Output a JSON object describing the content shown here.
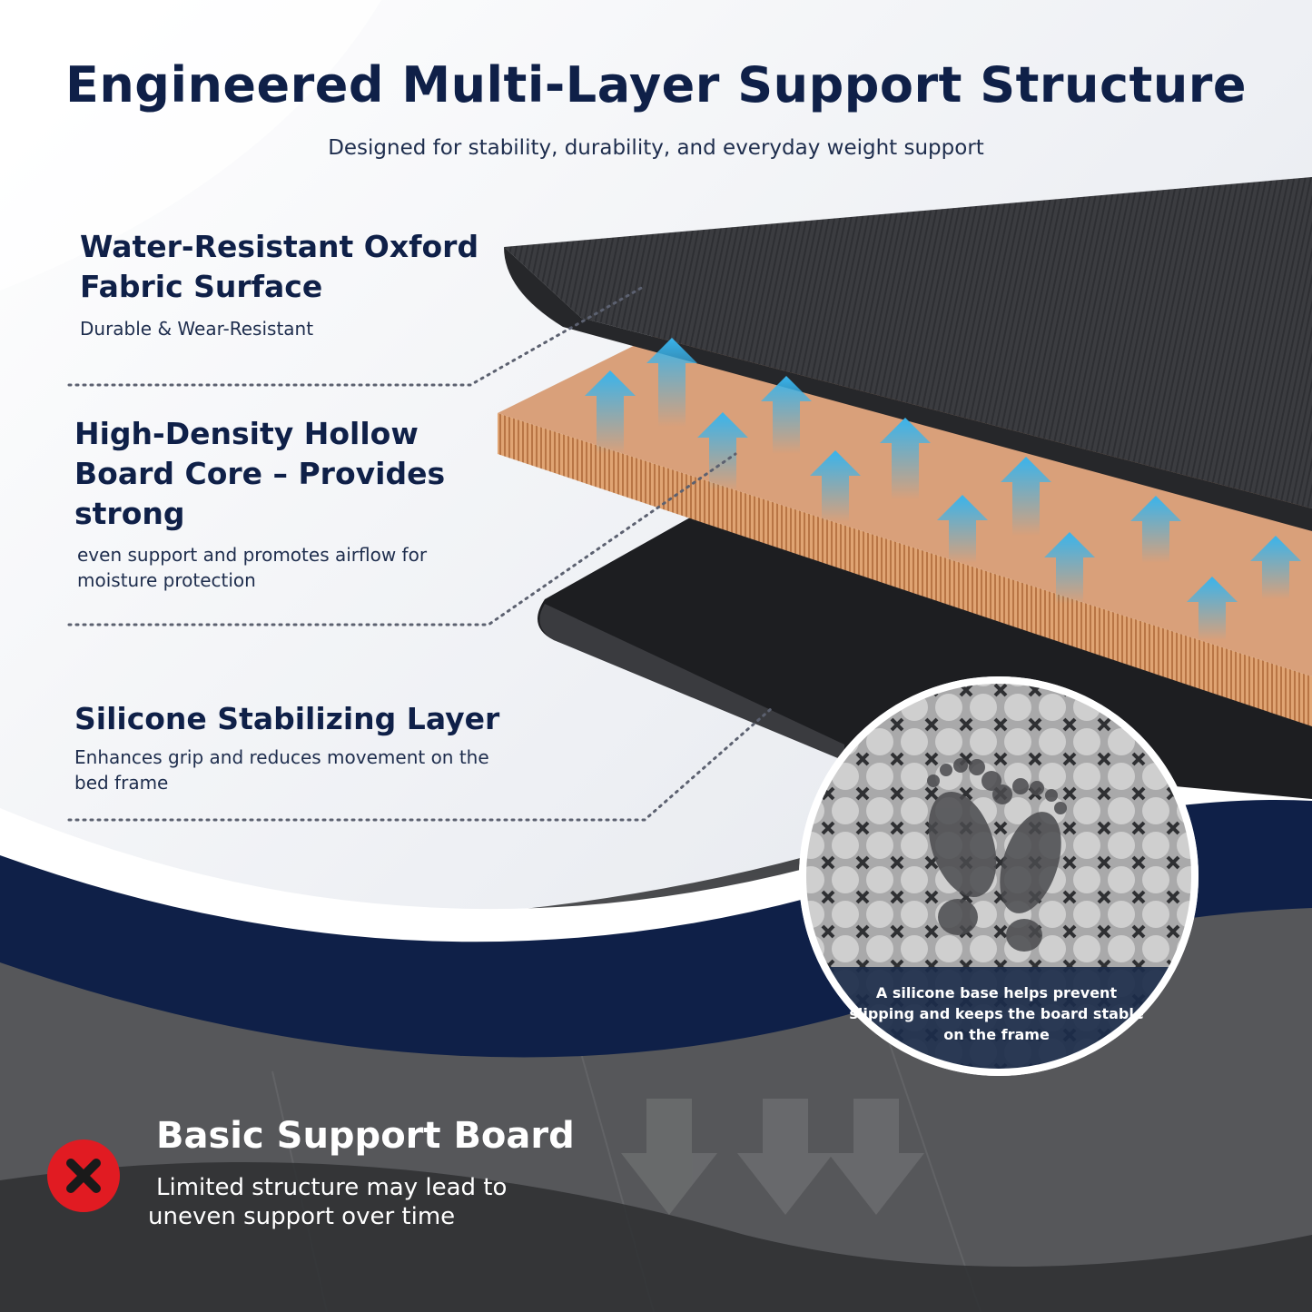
{
  "header": {
    "title": "Engineered Multi-Layer Support Structure",
    "subtitle": "Designed for stability, durability, and everyday weight support"
  },
  "layers": [
    {
      "title": "Water-Resistant Oxford Fabric Surface",
      "desc": "Durable & Wear-Resistant"
    },
    {
      "title": "High-Density Hollow Board Core – Provides strong",
      "desc": "even support and promotes airflow for moisture protection"
    },
    {
      "title": "Silicone Stabilizing Layer",
      "desc": "Enhances grip and reduces movement on the bed frame"
    }
  ],
  "callout": {
    "text": "A silicone base helps prevent slipping and keeps the board stable on the frame"
  },
  "comparison": {
    "title": "Basic Support Board",
    "desc": "Limited structure may lead to uneven support over time",
    "icon": "x-circle-icon"
  },
  "colors": {
    "navy": "#0f2048",
    "fabric": "#3a3b3f",
    "core": "#d89a6a",
    "arrow": "#2aa3dd",
    "reject": "#e11b22"
  }
}
